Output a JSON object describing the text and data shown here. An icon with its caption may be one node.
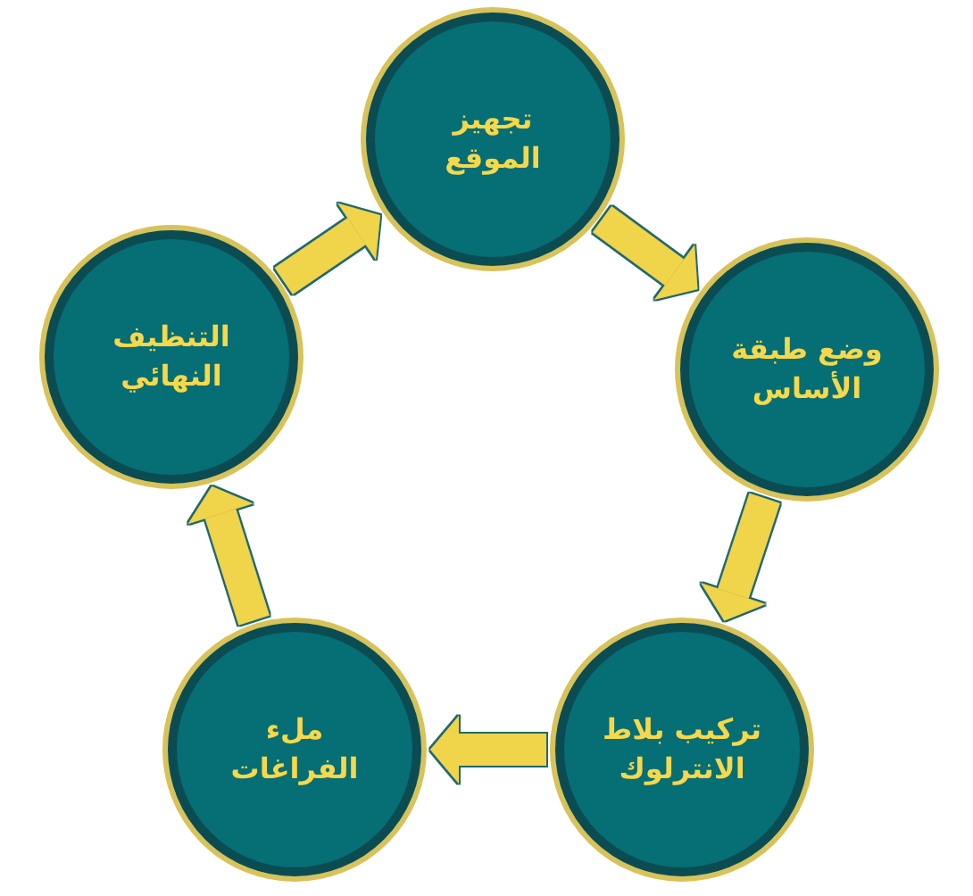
{
  "diagram": {
    "nodes": [
      {
        "text": [
          "تجهيز الموقع"
        ]
      },
      {
        "text": [
          "وضع طبقة الأساس"
        ]
      },
      {
        "text": [
          "تركيب بلاط الانترلوك"
        ]
      },
      {
        "text": [
          "ملء الفراغات"
        ]
      },
      {
        "text": [
          "التنظيف النهائي"
        ]
      }
    ],
    "edges": [
      {
        "from": 0,
        "to": 1,
        "arrow": "to"
      },
      {
        "from": 1,
        "to": 2,
        "arrow": "to"
      },
      {
        "from": 2,
        "to": 3,
        "arrow": "to"
      },
      {
        "from": 3,
        "to": 4,
        "arrow": "to"
      },
      {
        "from": 4,
        "to": 0,
        "arrow": "to"
      }
    ]
  }
}
